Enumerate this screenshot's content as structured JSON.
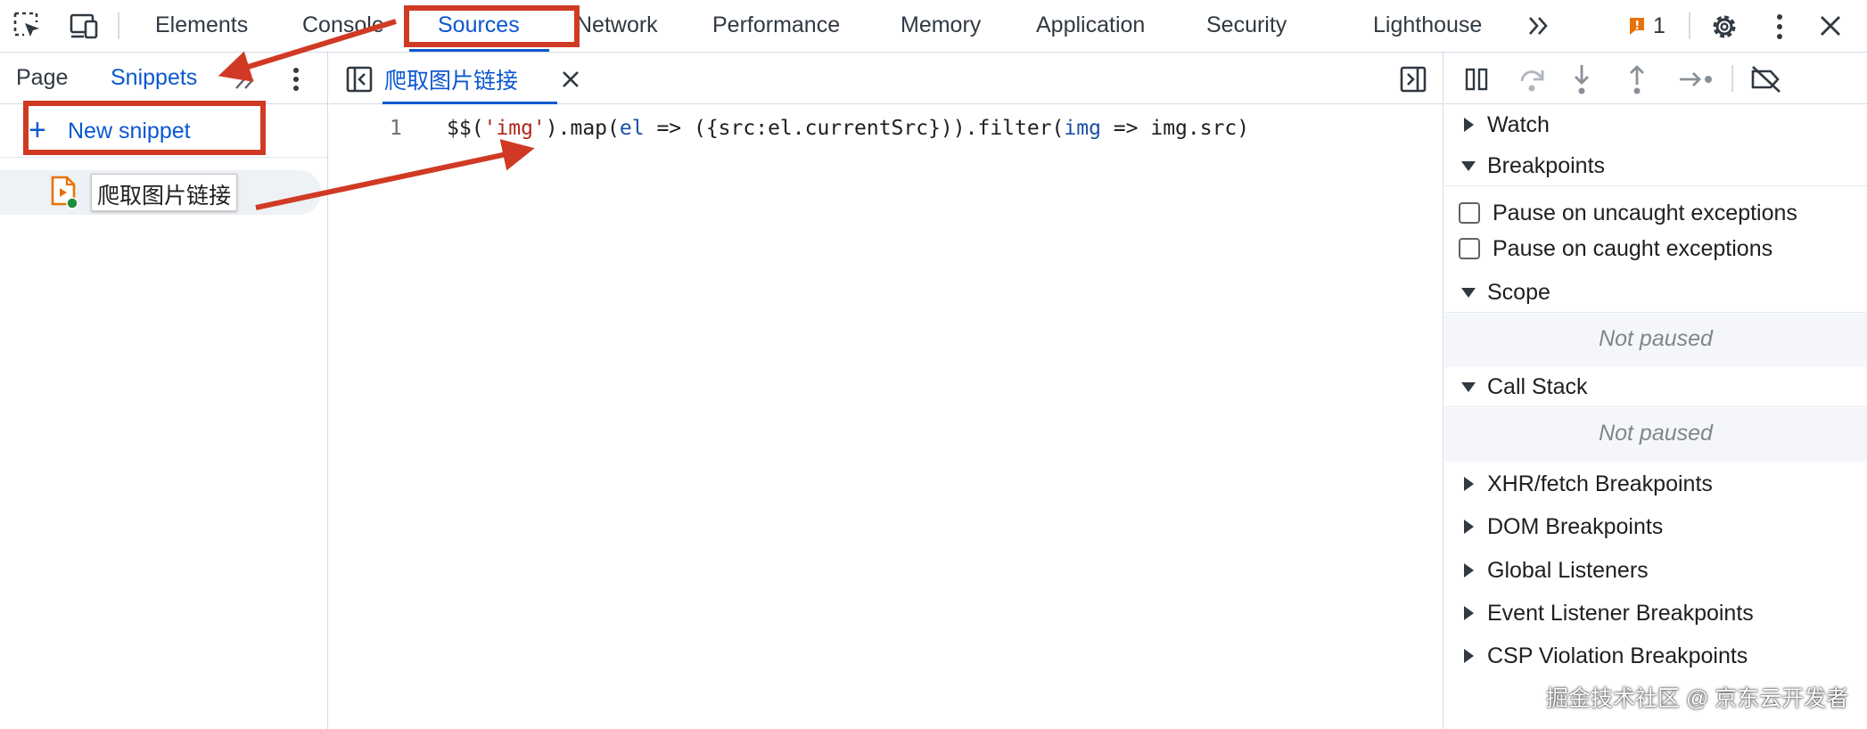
{
  "toolbar": {
    "tabs": [
      "Elements",
      "Console",
      "Sources",
      "Network",
      "Performance",
      "Memory",
      "Application",
      "Security",
      "Lighthouse"
    ],
    "issues_count": "1",
    "icons": [
      "inspect-element-icon",
      "device-toolbar-icon",
      "more-tabs-icon",
      "issues-icon",
      "settings-icon",
      "more-options-icon",
      "close-icon"
    ]
  },
  "navigator": {
    "tabs": [
      "Page",
      "Snippets"
    ],
    "new_snippet_label": "New snippet",
    "snippets": [
      {
        "name": "爬取图片链接"
      }
    ]
  },
  "editor": {
    "open_file": "爬取图片链接",
    "lines": [
      {
        "number": "1",
        "tokens": [
          {
            "text": "$$(",
            "kind": "plain"
          },
          {
            "text": "'img'",
            "kind": "string"
          },
          {
            "text": ").map(",
            "kind": "plain"
          },
          {
            "text": "el",
            "kind": "var"
          },
          {
            "text": " => ({src:el.currentSrc})).filter(",
            "kind": "plain"
          },
          {
            "text": "img",
            "kind": "var"
          },
          {
            "text": " => img.src)",
            "kind": "plain"
          }
        ]
      }
    ]
  },
  "debugger": {
    "sections": {
      "watch": "Watch",
      "breakpoints": "Breakpoints",
      "scope": "Scope",
      "call_stack": "Call Stack",
      "xhr": "XHR/fetch Breakpoints",
      "dom": "DOM Breakpoints",
      "global": "Global Listeners",
      "event": "Event Listener Breakpoints",
      "csp": "CSP Violation Breakpoints"
    },
    "pause_uncaught": "Pause on uncaught exceptions",
    "pause_caught": "Pause on caught exceptions",
    "scope_status": "Not paused",
    "callstack_status": "Not paused"
  },
  "watermark": "掘金技术社区 @ 京东云开发者",
  "colors": {
    "accent": "#0b57d0",
    "annotation": "#d03a24",
    "issue_badge": "#e8710a"
  }
}
